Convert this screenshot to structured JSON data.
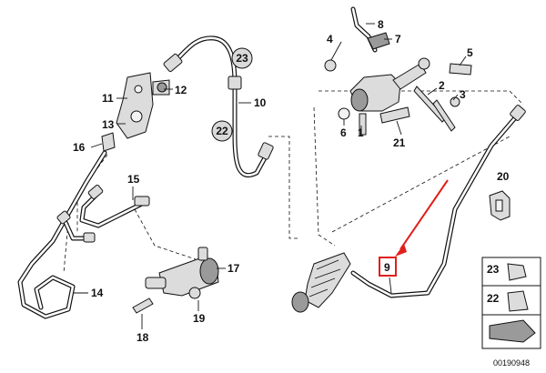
{
  "diagram": {
    "callouts": {
      "c1": "1",
      "c2": "2",
      "c3": "3",
      "c4": "4",
      "c5": "5",
      "c6": "6",
      "c7": "7",
      "c8": "8",
      "c9": "9",
      "c10": "10",
      "c11": "11",
      "c12": "12",
      "c13": "13",
      "c14": "14",
      "c15": "15",
      "c16": "16",
      "c17": "17",
      "c18": "18",
      "c19": "19",
      "c20": "20",
      "c21": "21",
      "c22": "22",
      "c23": "23"
    },
    "legend": {
      "item_a": "23",
      "item_b": "22"
    },
    "drawing_number": "00190948",
    "highlight_color": "#e0201b"
  }
}
